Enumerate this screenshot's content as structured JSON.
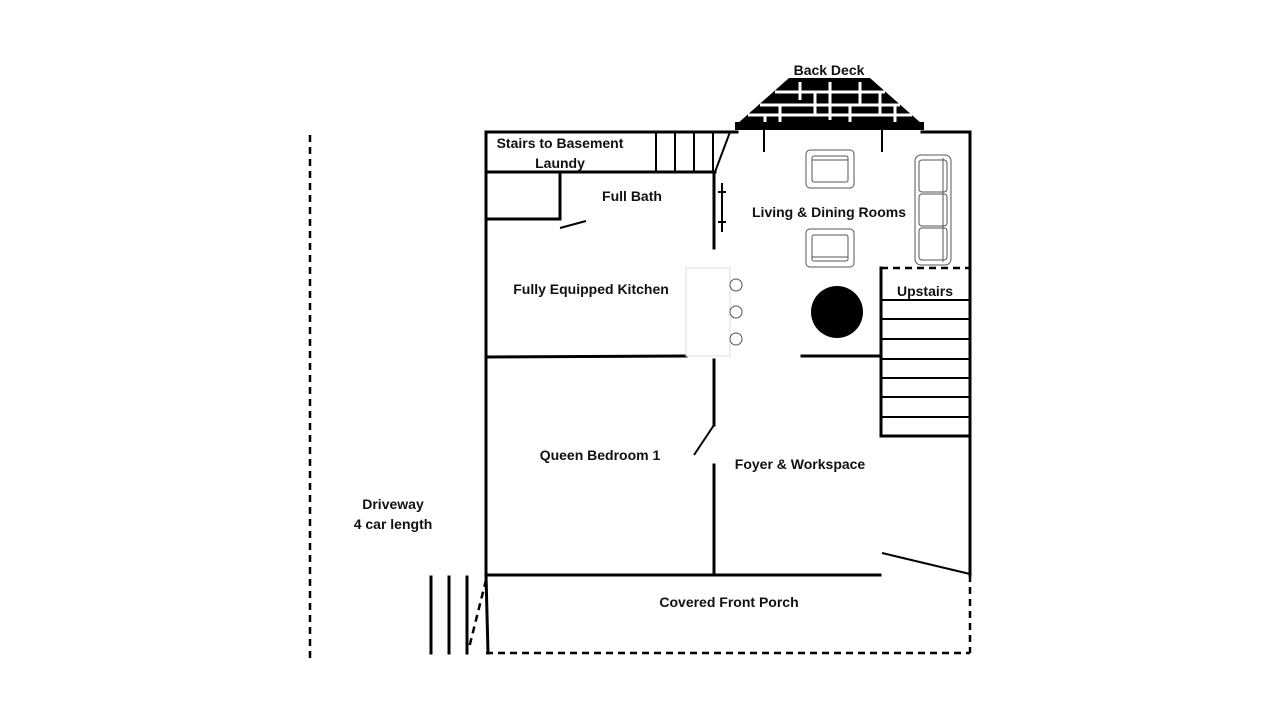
{
  "labels": {
    "back_deck": "Back Deck",
    "stairs_basement": "Stairs to Basement",
    "laundry": "Laundy",
    "full_bath": "Full Bath",
    "living_dining": "Living & Dining Rooms",
    "kitchen": "Fully Equipped Kitchen",
    "upstairs": "Upstairs",
    "bedroom": "Queen Bedroom 1",
    "foyer": "Foyer & Workspace",
    "driveway": "Driveway",
    "driveway_note": "4 car length",
    "porch": "Covered Front Porch"
  }
}
